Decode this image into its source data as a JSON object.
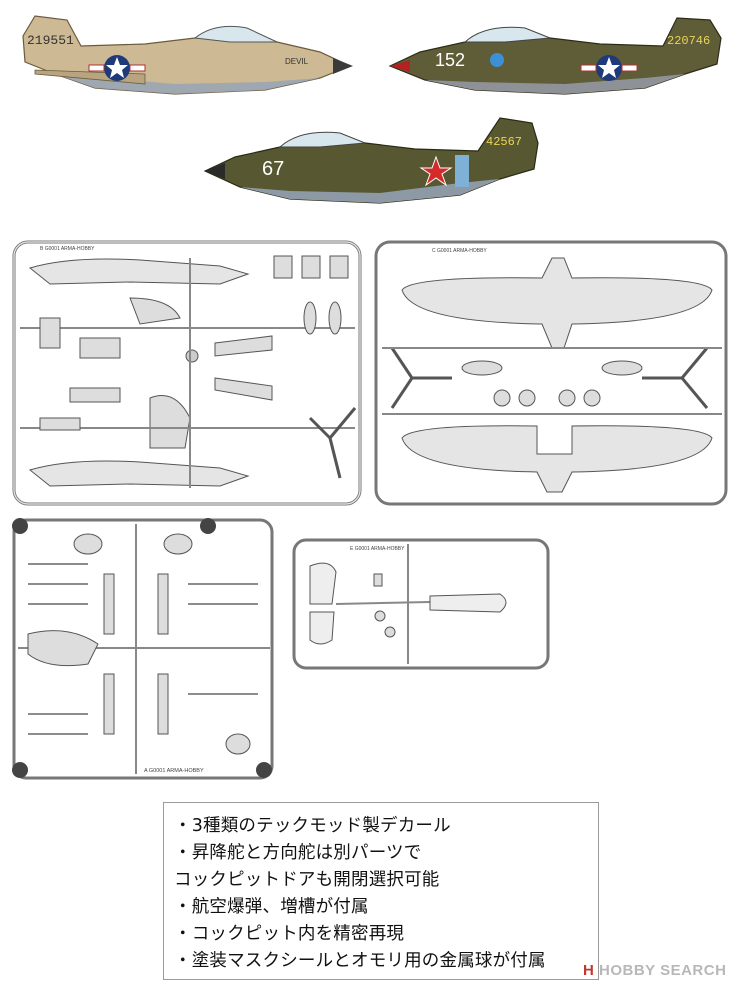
{
  "aircraft": [
    {
      "serial": "219551",
      "nose_art": "DEVIL",
      "scheme": "desert-sand",
      "insignia": "us-star"
    },
    {
      "fuselage_code": "152",
      "serial": "220746",
      "scheme": "olive-drab",
      "insignia": "us-star"
    },
    {
      "fuselage_code": "67",
      "serial": "42567",
      "scheme": "soviet-green",
      "insignia": "red-star"
    }
  ],
  "sprues": [
    {
      "id": "B",
      "marking": "B G0001 ARMA-HOBBY"
    },
    {
      "id": "C",
      "marking": "C G0001 ARMA-HOBBY"
    },
    {
      "id": "A",
      "marking": "A G0001 ARMA-HOBBY"
    },
    {
      "id": "E",
      "marking": "E G0001 ARMA-HOBBY"
    }
  ],
  "features": {
    "lines": [
      "・3種類のテックモッド製デカール",
      "・昇降舵と方向舵は別パーツで",
      "コックピットドアも開閉選択可能",
      "・航空爆弾、増槽が付属",
      "・コックピット内を精密再現",
      "・塗装マスクシールとオモリ用の金属球が付属"
    ]
  },
  "watermark": {
    "brand": "HOBBY SEARCH",
    "logo_letter": "H"
  },
  "colors": {
    "sand": "#c8b590",
    "olive": "#5d5a36",
    "soviet": "#5a5a32",
    "sprue": "#e3e3e3",
    "sprue_edge": "#777777"
  }
}
